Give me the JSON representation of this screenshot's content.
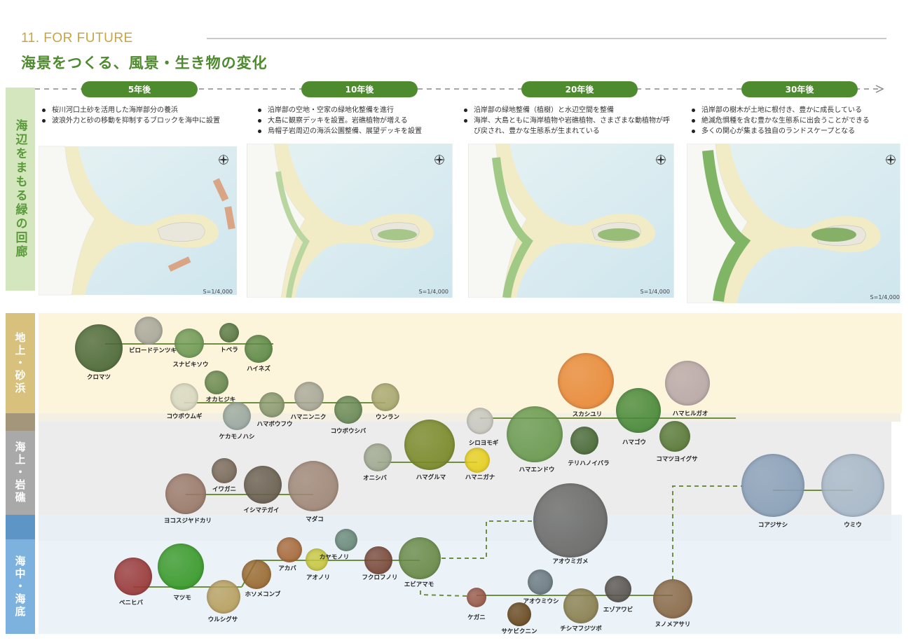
{
  "header": {
    "section": "11. FOR FUTURE",
    "title": "海景をつくる、風景・生き物の変化"
  },
  "corridor_label": "海辺をまもる緑の回廊",
  "timeline": [
    {
      "label": "5年後",
      "bullets": [
        "桜川河口土砂を活用した海岸部分の養浜",
        "波浪外力と砂の移動を抑制するブロックを海中に設置"
      ],
      "scale": "S=1/4,000"
    },
    {
      "label": "10年後",
      "bullets": [
        "沿岸部の空地・空家の緑地化整備を進行",
        "大島に観察デッキを設置。岩礁植物が増える",
        "烏帽子岩周辺の海浜公園整備、展望デッキを設置"
      ],
      "scale": "S=1/4,000"
    },
    {
      "label": "20年後",
      "bullets": [
        "沿岸部の緑地整備（植樹）と水辺空間を整備",
        "海岸、大島ともに海岸植物や岩礁植物、さまざまな動植物が呼び戻され、豊かな生態系が生まれている"
      ],
      "scale": "S=1/4,000"
    },
    {
      "label": "30年後",
      "bullets": [
        "沿岸部の樹木が土地に根付き、豊かに成長している",
        "絶滅危惧種を含む豊かな生態系に出会うことができる",
        "多くの関心が集まる独自のランドスケープとなる"
      ],
      "scale": "S=1/4,000"
    }
  ],
  "zones": [
    {
      "label": "地上・砂浜",
      "color": "#d8c17c"
    },
    {
      "label": "海上・岩礁",
      "color": "#a9a9a9"
    },
    {
      "label": "海中・海底",
      "color": "#7db2df"
    }
  ],
  "species": [
    "クロマツ",
    "ビロードテンツキ",
    "スナビキソウ",
    "トベラ",
    "ハイネズ",
    "コウボウムギ",
    "オカヒジキ",
    "ケカモノハシ",
    "ハマボウフウ",
    "ハマニンニク",
    "コウボウシバ",
    "ウンラン",
    "シロヨモギ",
    "ハマエンドウ",
    "スカシユリ",
    "ハマゴウ",
    "ハマヒルガオ",
    "テリハノイバラ",
    "コマツヨイグサ",
    "オニシバ",
    "ハマグルマ",
    "ハマニガナ",
    "ヨコスジヤドカリ",
    "イワガニ",
    "イシマテガイ",
    "マダコ",
    "コアジサシ",
    "ウミウ",
    "ベニヒバ",
    "マツモ",
    "ウルシグサ",
    "ホソメコンブ",
    "アカバ",
    "アオノリ",
    "カヤモノリ",
    "フクロフノリ",
    "エビアマモ",
    "アオウミガメ",
    "ケガニ",
    "アオウミウシ",
    "サケビクニン",
    "チシマフジツボ",
    "エゾアワビ",
    "ヌノメアサリ"
  ]
}
